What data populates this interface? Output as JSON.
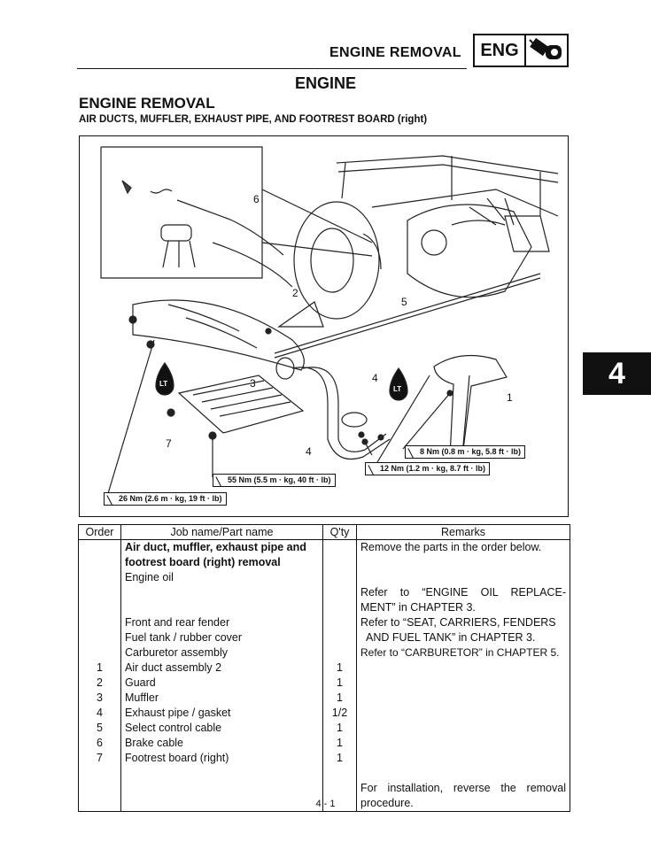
{
  "header": {
    "title": "ENGINE REMOVAL",
    "badge": "ENG"
  },
  "chapter_title": "ENGINE",
  "section_title": "ENGINE REMOVAL",
  "subsection_title": "AIR DUCTS, MUFFLER, EXHAUST PIPE, AND FOOTREST BOARD (right)",
  "tab_number": "4",
  "diagram": {
    "callouts": [
      "1",
      "2",
      "3",
      "4",
      "4",
      "5",
      "6",
      "7"
    ],
    "lt_badge": "LT",
    "torques": [
      "8 Nm (0.8 m · kg, 5.8 ft · lb)",
      "12 Nm (1.2 m · kg, 8.7 ft · lb)",
      "55 Nm (5.5 m · kg, 40 ft · lb)",
      "26 Nm (2.6 m · kg, 19 ft · lb)"
    ]
  },
  "table": {
    "headers": {
      "order": "Order",
      "job": "Job name/Part name",
      "qty": "Q'ty",
      "remarks": "Remarks"
    },
    "rows": [
      {
        "order": "",
        "job": "Air duct, muffler, exhaust pipe and",
        "qty": "",
        "remarks": "Remove the parts in the order below."
      },
      {
        "order": "",
        "job": "footrest board (right) removal",
        "qty": "",
        "remarks": ""
      },
      {
        "order": "",
        "job": "Engine oil",
        "qty": "",
        "remarks": ""
      },
      {
        "order": "",
        "job": "",
        "qty": "",
        "remarks": "Refer to “ENGINE OIL REPLACE-"
      },
      {
        "order": "",
        "job": "",
        "qty": "",
        "remarks": "MENT” in CHAPTER 3."
      },
      {
        "order": "",
        "job": "Front and rear fender",
        "qty": "",
        "remarks": "Refer to “SEAT, CARRIERS, FENDERS"
      },
      {
        "order": "",
        "job": "Fuel tank / rubber cover",
        "qty": "",
        "remarks": "AND FUEL TANK” in CHAPTER 3."
      },
      {
        "order": "",
        "job": "Carburetor assembly",
        "qty": "",
        "remarks": "Refer to “CARBURETOR” in CHAPTER 5."
      },
      {
        "order": "1",
        "job": "Air duct assembly 2",
        "qty": "1",
        "remarks": ""
      },
      {
        "order": "2",
        "job": "Guard",
        "qty": "1",
        "remarks": ""
      },
      {
        "order": "3",
        "job": "Muffler",
        "qty": "1",
        "remarks": ""
      },
      {
        "order": "4",
        "job": "Exhaust pipe / gasket",
        "qty": "1/2",
        "remarks": ""
      },
      {
        "order": "5",
        "job": "Select control cable",
        "qty": "1",
        "remarks": ""
      },
      {
        "order": "6",
        "job": "Brake cable",
        "qty": "1",
        "remarks": ""
      },
      {
        "order": "7",
        "job": "Footrest board (right)",
        "qty": "1",
        "remarks": ""
      },
      {
        "order": "",
        "job": "",
        "qty": "",
        "remarks": ""
      },
      {
        "order": "",
        "job": "",
        "qty": "",
        "remarks": "For installation, reverse the removal"
      },
      {
        "order": "",
        "job": "",
        "qty": "",
        "remarks": "procedure."
      }
    ]
  },
  "footer": {
    "page": "4 - 1"
  }
}
